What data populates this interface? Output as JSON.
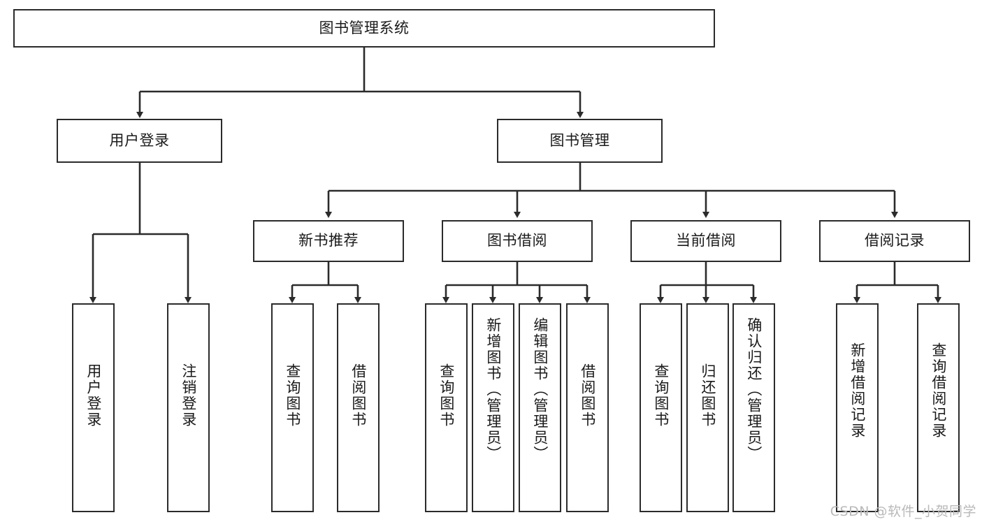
{
  "diagram": {
    "title": "图书管理系统",
    "type": "tree-hierarchy-chart",
    "colors": {
      "box_border": "#2b2b2b",
      "box_fill": "#ffffff",
      "edge": "#2b2b2b",
      "text": "#1a1a1a",
      "watermark": "#b9b9b9"
    },
    "root": {
      "label": "图书管理系统"
    },
    "level2": [
      {
        "label": "用户登录"
      },
      {
        "label": "图书管理"
      }
    ],
    "level3": [
      {
        "label": "新书推荐"
      },
      {
        "label": "图书借阅"
      },
      {
        "label": "当前借阅"
      },
      {
        "label": "借阅记录"
      }
    ],
    "leaves": {
      "user_login": [
        {
          "label": "用户登录"
        },
        {
          "label": "注销登录"
        }
      ],
      "new_book_recommend": [
        {
          "label": "查询图书"
        },
        {
          "label": "借阅图书"
        }
      ],
      "book_borrow": [
        {
          "label": "查询图书"
        },
        {
          "label": "新增图书（管理员）"
        },
        {
          "label": "编辑图书（管理员）"
        },
        {
          "label": "借阅图书"
        }
      ],
      "current_borrow": [
        {
          "label": "查询图书"
        },
        {
          "label": "归还图书"
        },
        {
          "label": "确认归还（管理员）"
        }
      ],
      "borrow_record": [
        {
          "label": "新增借阅记录"
        },
        {
          "label": "查询借阅记录"
        }
      ]
    }
  },
  "watermark": {
    "text": "CSDN @软件_小贺同学"
  }
}
